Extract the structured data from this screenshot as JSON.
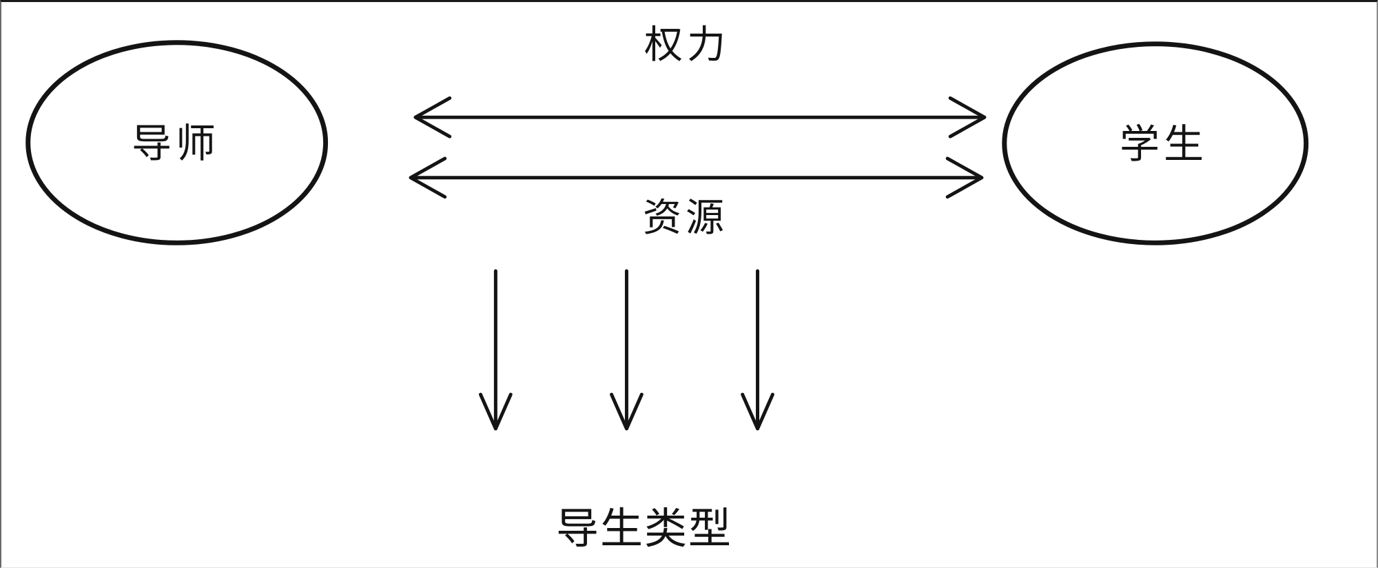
{
  "diagram": {
    "title_implicit": "",
    "nodes": {
      "mentor": {
        "label": "导师"
      },
      "student": {
        "label": "学生"
      }
    },
    "relations": {
      "power": {
        "label": "权力",
        "direction": "bidirectional"
      },
      "resource": {
        "label": "资源",
        "direction": "bidirectional"
      }
    },
    "outcome": {
      "label": "导生类型"
    },
    "down_arrow_count": 3
  },
  "colors": {
    "line": "#141414",
    "background": "#ffffff",
    "text": "#141414"
  }
}
